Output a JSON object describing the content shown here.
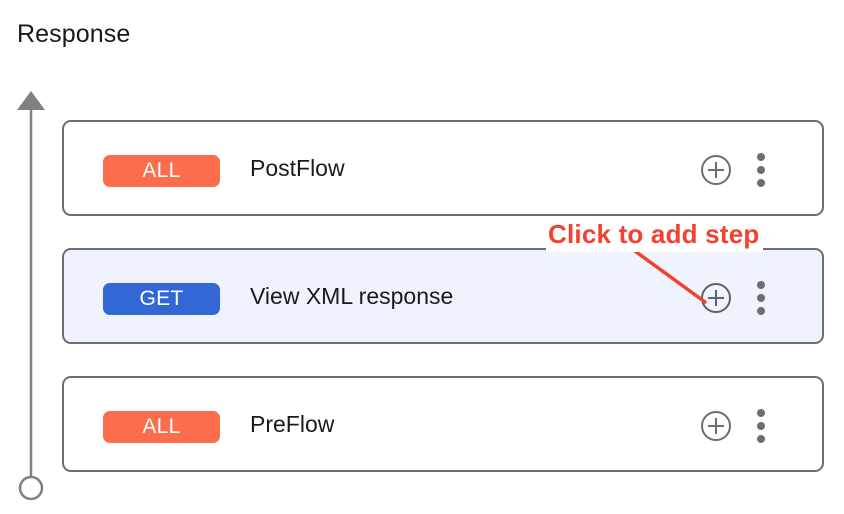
{
  "page": {
    "title": "Response",
    "background_color": "#ffffff"
  },
  "flow_axis": {
    "name": "flow-direction-arrow",
    "direction": "upward",
    "line_color": "#808080",
    "arrowhead": "triangle-up",
    "endpoint": "open-circle"
  },
  "colors": {
    "badge_all": "#fb6d4c",
    "badge_get": "#3367d6",
    "card_border": "#6e6e6e",
    "card_selected_bg": "#eff3fd",
    "icon_gray": "#6e6e6e",
    "annotation_red": "#f4402e",
    "text": "#1a1a1a"
  },
  "steps": [
    {
      "verb": "ALL",
      "verb_color": "#fb6d4c",
      "label": "PostFlow",
      "selected": false,
      "add_icon": "plus-circle-icon",
      "menu_icon": "more-vertical-icon"
    },
    {
      "verb": "GET",
      "verb_color": "#3367d6",
      "label": "View XML response",
      "selected": true,
      "add_icon": "plus-circle-icon",
      "menu_icon": "more-vertical-icon"
    },
    {
      "verb": "ALL",
      "verb_color": "#fb6d4c",
      "label": "PreFlow",
      "selected": false,
      "add_icon": "plus-circle-icon",
      "menu_icon": "more-vertical-icon"
    }
  ],
  "annotation": {
    "text": "Click to add step",
    "color": "#f4402e",
    "points_to": "add-step-button-row-2"
  }
}
